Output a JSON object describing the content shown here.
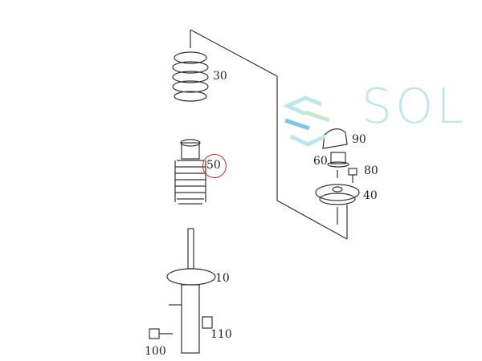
{
  "watermark": {
    "text": "SOL",
    "color": "#bfe6ea"
  },
  "highlight_color": "#dd2222",
  "parts": {
    "spring": "30",
    "bump_stop": "50",
    "cap": "90",
    "nut": "60",
    "bolt_top": "80",
    "strut_mount": "40",
    "strut": "10",
    "nut_bottom": "110",
    "bolt_bottom": "100"
  },
  "highlighted_part": "50"
}
